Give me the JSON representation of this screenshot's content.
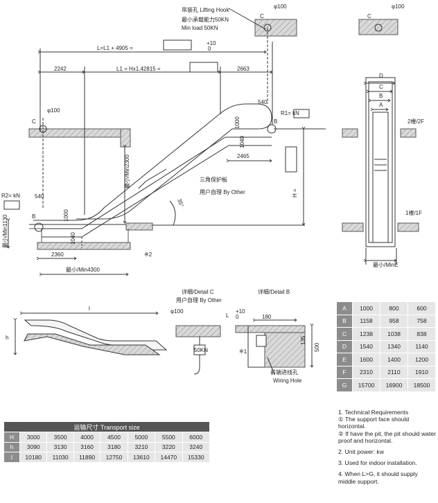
{
  "labels": {
    "lifting_hook": "吊装孔 Lifting Hook",
    "min_load_cn": "最小承载能力50KN",
    "min_load_en": "Min load 50KN",
    "total_length": "L=L1 + 4905 =",
    "tolerance_plus": "+10",
    "tolerance_zero": "0",
    "dim_2242": "2242",
    "l1_formula": "L1 = Hx1.42815 =",
    "dim_2663": "2663",
    "dim_540_top": "540",
    "r1": "R1= kN",
    "phi100": "φ100",
    "c": "C",
    "b": "B",
    "dim_1000": "1000",
    "dim_1040": "1040",
    "dim_2465": "2465",
    "min2300": "最小/Min2300",
    "triangle_guard": "三角保护板",
    "by_other": "用户自理 By Other",
    "angle": "35°",
    "h_eq": "H =",
    "r2": "R2= kN",
    "dim_540_bottom": "540",
    "min1130": "最小/Min1130",
    "dim_2360": "2360",
    "min4300": "最小/Min4300",
    "note2": "※2",
    "dim_d": "D",
    "dim_c": "C",
    "dim_b": "B",
    "dim_a": "A",
    "floor2": "2楼/2F",
    "floor1": "1楼/1F",
    "mine": "最小/MinE",
    "detail_c": "详细/Detail C",
    "detail_c_other": "用户自理 By Other",
    "detail_b": "详细/Detail B",
    "hook_load": "50KN",
    "l_mark": "L",
    "dim_180": "180",
    "dim_135": "135",
    "dim_500": "500",
    "note1": "※1",
    "wiring_cn": "前端进线孔",
    "wiring_en": "Wiring Hole",
    "l_small": "l",
    "h_small": "h"
  },
  "spec_table": [
    {
      "key": "A",
      "v": [
        "1000",
        "800",
        "600"
      ]
    },
    {
      "key": "B",
      "v": [
        "1158",
        "958",
        "758"
      ]
    },
    {
      "key": "C",
      "v": [
        "1238",
        "1038",
        "838"
      ]
    },
    {
      "key": "D",
      "v": [
        "1540",
        "1340",
        "1140"
      ]
    },
    {
      "key": "E",
      "v": [
        "1600",
        "1400",
        "1200"
      ]
    },
    {
      "key": "F",
      "v": [
        "2310",
        "2110",
        "1910"
      ]
    },
    {
      "key": "G",
      "v": [
        "15700",
        "16900",
        "18500"
      ]
    }
  ],
  "transport": {
    "title": "运输尺寸  Transport size",
    "rows": [
      {
        "key": "H",
        "v": [
          "3000",
          "3500",
          "4000",
          "4500",
          "5000",
          "5500",
          "6000"
        ]
      },
      {
        "key": "h",
        "v": [
          "3090",
          "3130",
          "3160",
          "3180",
          "3210",
          "3220",
          "3240"
        ]
      },
      {
        "key": "l",
        "v": [
          "10180",
          "11030",
          "11890",
          "12750",
          "13610",
          "14470",
          "15330"
        ]
      }
    ]
  },
  "notes": {
    "n1": "1. Technical Requirements",
    "n1a": "① The support face should horizontal.",
    "n1b": "② If have the pit, the pit should water proof and horizontal.",
    "n2": "2. Unit power:   kw",
    "n3": "3. Used for indoor installation.",
    "n4": "4. When L>G, it should supply middle support."
  }
}
